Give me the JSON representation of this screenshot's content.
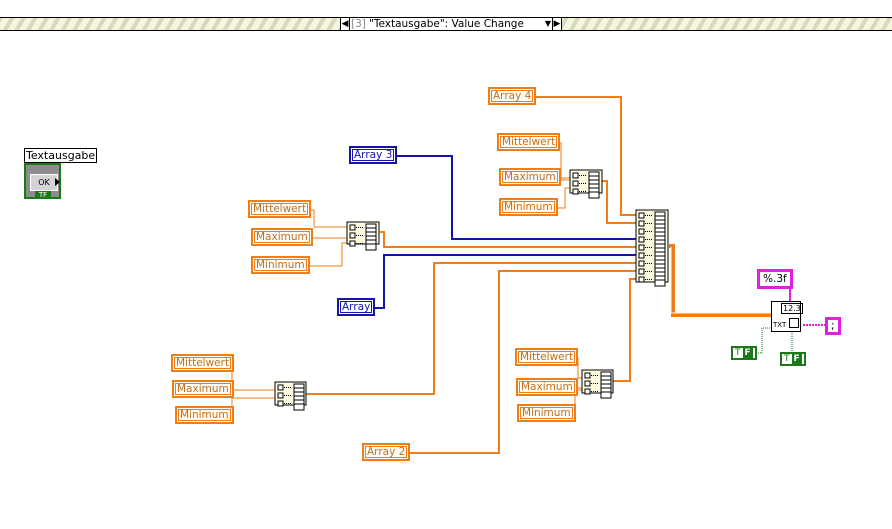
{
  "event_structure": {
    "case_index": "[3]",
    "case_label": "\"Textausgabe\": Value Change",
    "prev_icon": "left-arrow-icon",
    "next_icon": "right-arrow-icon",
    "dropdown_icon": "dropdown-icon"
  },
  "control": {
    "label": "Textausgabe",
    "button_text": "OK",
    "type_badge": "TF"
  },
  "terminals": {
    "array": "Array",
    "array2": "Array 2",
    "array3": "Array 3",
    "array4": "Array 4",
    "group1": {
      "mean": "Mittelwert",
      "max": "Maximum",
      "min": "Minimum"
    },
    "group2": {
      "mean": "Mittelwert",
      "max": "Maximum",
      "min": "Minimum"
    },
    "group3": {
      "mean": "Mittelwert",
      "max": "Maximum",
      "min": "Minimum"
    },
    "group4": {
      "mean": "Mittelwert",
      "max": "Maximum",
      "min": "Minimum"
    },
    "format_string": "%.3f",
    "delimiter": ";",
    "bool_const1": "F",
    "bool_const2": "F",
    "bool_prefix": "T"
  },
  "write_node": {
    "number_label": "12.3",
    "txt_label": "TXT"
  },
  "colors": {
    "double_wire": "#f07d16",
    "int_wire": "#1414a8",
    "string_wire": "#e020e0",
    "bool_wire": "#1a7a1a"
  }
}
